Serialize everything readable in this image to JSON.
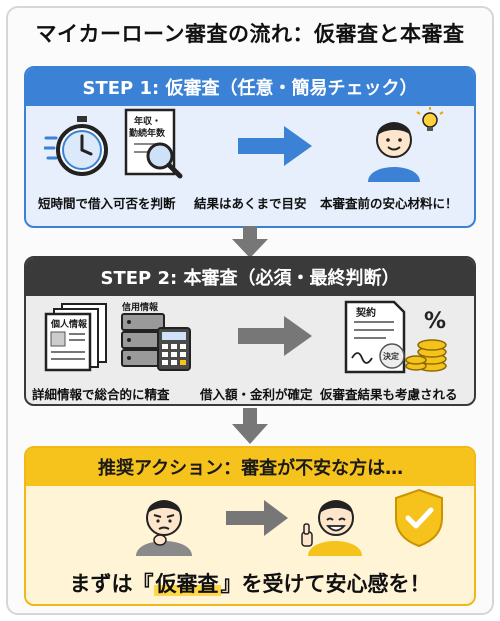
{
  "title": "マイカーローン審査の流れ：仮審査と本審査",
  "step1": {
    "header": "STEP 1: 仮審査（任意・簡易チェック）",
    "doc_label_line1": "年収・",
    "doc_label_line2": "勤続年数",
    "captions": [
      "短時間で借入可否を判断",
      "結果はあくまで目安",
      "本審査前の安心材料に！"
    ]
  },
  "step2": {
    "header": "STEP 2: 本審査（必須・最終判断）",
    "doc_label": "個人情報",
    "server_label": "信用情報",
    "contract_label": "契約",
    "stamp_label": "決定",
    "captions": [
      "詳細情報で総合的に精査",
      "借入額・金利が確定",
      "仮審査結果も考慮される"
    ]
  },
  "action": {
    "header": "推奨アクション：審査が不安な方は…",
    "punch_pre": "まずは『",
    "punch_hl": "仮審査",
    "punch_post": "』を受けて安心感を！"
  },
  "colors": {
    "step1": "#3b82d6",
    "step2": "#3a3a3a",
    "action": "#f6c21c",
    "arrow": "#777777"
  }
}
